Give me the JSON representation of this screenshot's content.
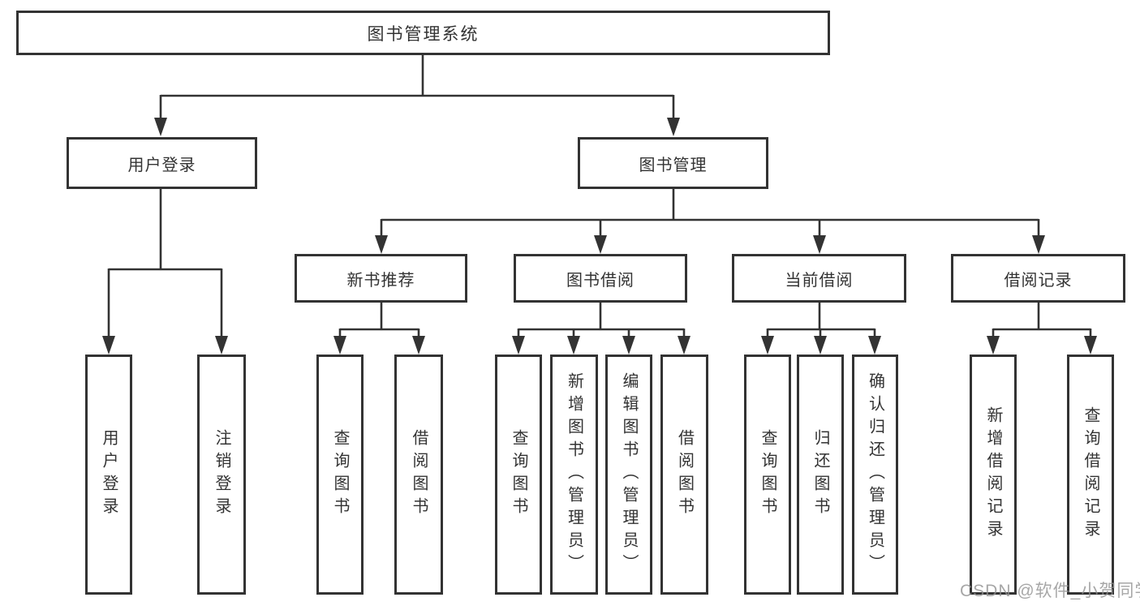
{
  "diagram": {
    "root": {
      "label": "图书管理系统"
    },
    "level2": [
      {
        "label": "用户登录"
      },
      {
        "label": "图书管理"
      }
    ],
    "level3": [
      {
        "label": "新书推荐"
      },
      {
        "label": "图书借阅"
      },
      {
        "label": "当前借阅"
      },
      {
        "label": "借阅记录"
      }
    ],
    "leaves": {
      "user_login": [
        "用户登录",
        "注销登录"
      ],
      "new_book": [
        "查询图书",
        "借阅图书"
      ],
      "book_borrow": [
        "查询图书",
        "新增图书（管理员）",
        "编辑图书（管理员）",
        "借阅图书"
      ],
      "current_borrow": [
        "查询图书",
        "归还图书",
        "确认归还（管理员）"
      ],
      "borrow_records": [
        "新增借阅记录",
        "查询借阅记录"
      ]
    }
  },
  "watermark": "CSDN @软件_小贺同学",
  "colors": {
    "line": "#333333",
    "border": "#333333",
    "text": "#333333",
    "watermark": "#919191",
    "background": "#ffffff"
  }
}
